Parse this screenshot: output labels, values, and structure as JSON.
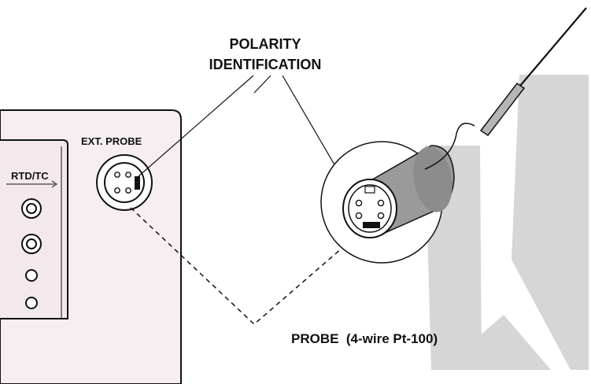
{
  "callouts": {
    "polarity_line1": "POLARITY",
    "polarity_line2": "IDENTIFICATION",
    "probe": "PROBE  (4-wire Pt-100)"
  },
  "instrument": {
    "ext_probe_label": "EXT. PROBE",
    "rtd_tc_label": "RTD/TC"
  },
  "colors": {
    "watermark": "#d6d6d6",
    "panel_fill": "#f6eef0",
    "outline": "#111111",
    "probe_body": "#9a9a9a",
    "probe_key": "#111111"
  }
}
